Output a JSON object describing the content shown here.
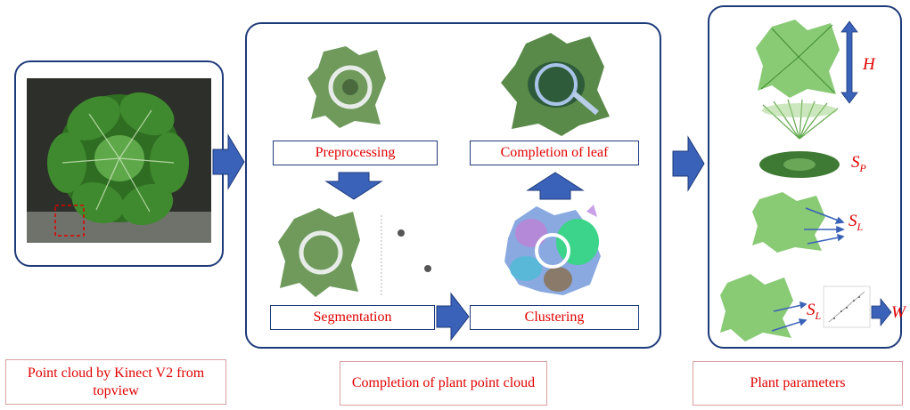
{
  "left_panel": {
    "caption": "Point cloud by Kinect V2 from topview"
  },
  "middle_panel": {
    "caption": "Completion of plant point cloud",
    "steps": {
      "preprocessing": "Preprocessing",
      "completion_leaf": "Completion of leaf",
      "segmentation": "Segmentation",
      "clustering": "Clustering"
    }
  },
  "right_panel": {
    "caption": "Plant parameters",
    "labels": {
      "height": "H",
      "sp_main": "S",
      "sp_sub": "P",
      "sl_main": "S",
      "sl_sub": "L",
      "sl2_main": "S",
      "sl2_sub": "L",
      "width": "W"
    }
  },
  "colors": {
    "panel_border": "#1f3a7a",
    "arrow": "#3a62b8",
    "label_text": "#e00000",
    "leaf": "#4c8a3a"
  }
}
